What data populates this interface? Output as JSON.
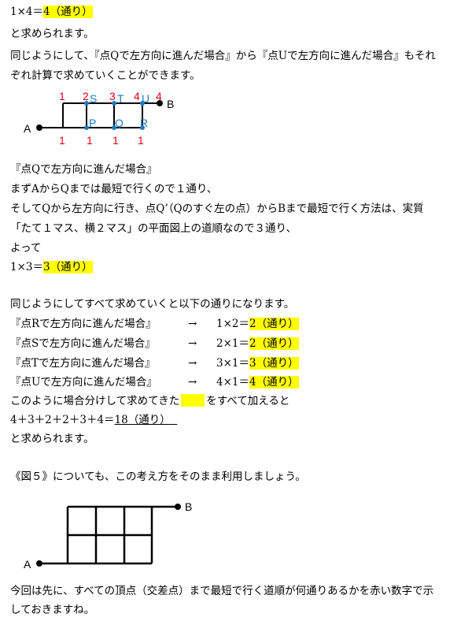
{
  "top": {
    "calc": "1×4＝",
    "result": "4（通り）",
    "line2": "と求められます。",
    "line3": "同じようにして、『点Qで左方向に進んだ場合』から『点Uで左方向に進んだ場合』もそれ",
    "line4": "ぞれ計算で求めていくことができます。"
  },
  "figure1": {
    "point_a": "A",
    "point_b": "B",
    "top_numbers": [
      "1",
      "2",
      "3",
      "4",
      "4"
    ],
    "bottom_numbers": [
      "1",
      "1",
      "1",
      "1"
    ],
    "top_points": [
      "S",
      "T",
      "U"
    ],
    "bottom_points": [
      "P",
      "Q",
      "R"
    ]
  },
  "section_q": {
    "heading": "『点Qで左方向に進んだ場合』",
    "l1": "まずAからQまでは最短で行くので１通り、",
    "l2": "そしてQから左方向に行き、点Q’（Qのすぐ左の点）からBまで最短で行く方法は、実質",
    "l3": "「たて１マス、横２マス」の平面図上の道順なので３通り、",
    "l4": "よって",
    "calc": "1×3＝",
    "result": "3（通り）"
  },
  "summary": {
    "intro": "同じようにしてすべて求めていくと以下の通りになります。",
    "rows": [
      {
        "label": "『点Rで左方向に進んだ場合』",
        "arrow": "→",
        "calc": "1×2＝",
        "result": "2（通り）"
      },
      {
        "label": "『点Sで左方向に進んだ場合』",
        "arrow": "→",
        "calc": "2×1＝",
        "result": "2（通り）"
      },
      {
        "label": "『点Tで左方向に進んだ場合』",
        "arrow": "→",
        "calc": "3×1＝",
        "result": "3（通り）"
      },
      {
        "label": "『点Uで左方向に進んだ場合』",
        "arrow": "→",
        "calc": "4×1＝",
        "result": "4（通り）"
      }
    ],
    "sum_pre": "このように場合分けして求めてきた",
    "sum_post": "をすべて加えると",
    "total_calc": "4＋3＋2＋2＋3＋4＝",
    "total_result": "18（通り）",
    "closing": "と求められます。"
  },
  "fig5_intro": "《図５》についても、この考え方をそのまま利用しましょう。",
  "figure2": {
    "point_a": "A",
    "point_b": "B"
  },
  "bottom": {
    "l1": "今回は先に、すべての頂点（交差点）まで最短で行く道順が何通りあるかを赤い数字で示",
    "l2": "しておきますね。"
  }
}
